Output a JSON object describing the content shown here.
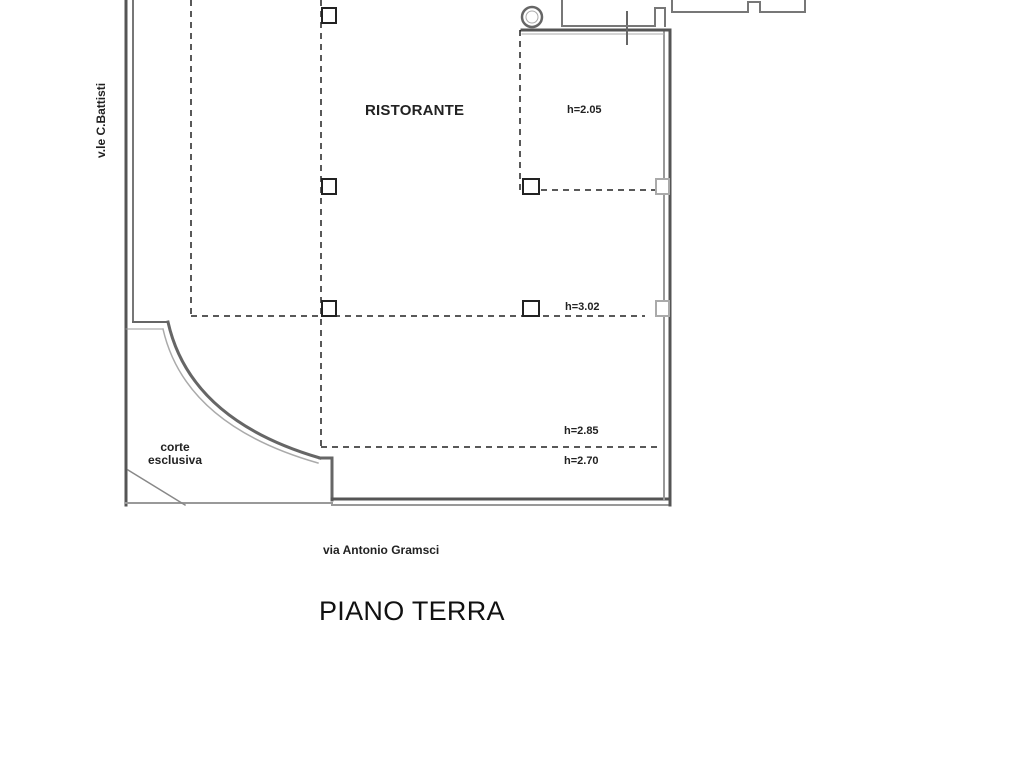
{
  "plan": {
    "title": "PIANO TERRA",
    "rooms": [
      {
        "label": "RISTORANTE"
      }
    ],
    "heights": [
      {
        "label": "h=2.05"
      },
      {
        "label": "h=3.02"
      },
      {
        "label": "h=2.85"
      },
      {
        "label": "h=2.70"
      }
    ],
    "courtyard": {
      "line1": "corte",
      "line2": "esclusiva"
    },
    "streets": {
      "west": "v.le C.Battisti",
      "south": "via Antonio Gramsci"
    },
    "colors": {
      "wall": "#555555",
      "wall_inner": "#bdbdbd",
      "dashed": "#222222",
      "background": "#ffffff"
    }
  }
}
